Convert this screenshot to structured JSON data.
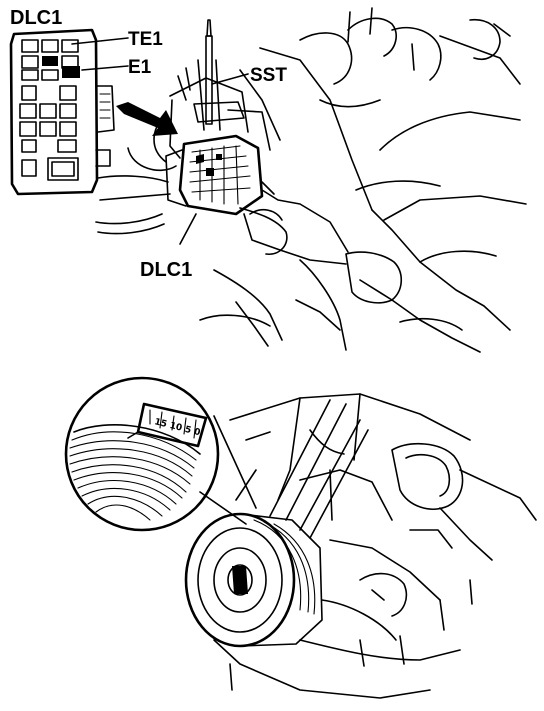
{
  "labels": {
    "dlc1_inset": "DLC1",
    "te1": "TE1",
    "e1": "E1",
    "sst": "SST",
    "dlc1_connector": "DLC1"
  },
  "pulley_marks": "15 10 5 0",
  "colors": {
    "line": "#000000",
    "background": "#ffffff"
  }
}
